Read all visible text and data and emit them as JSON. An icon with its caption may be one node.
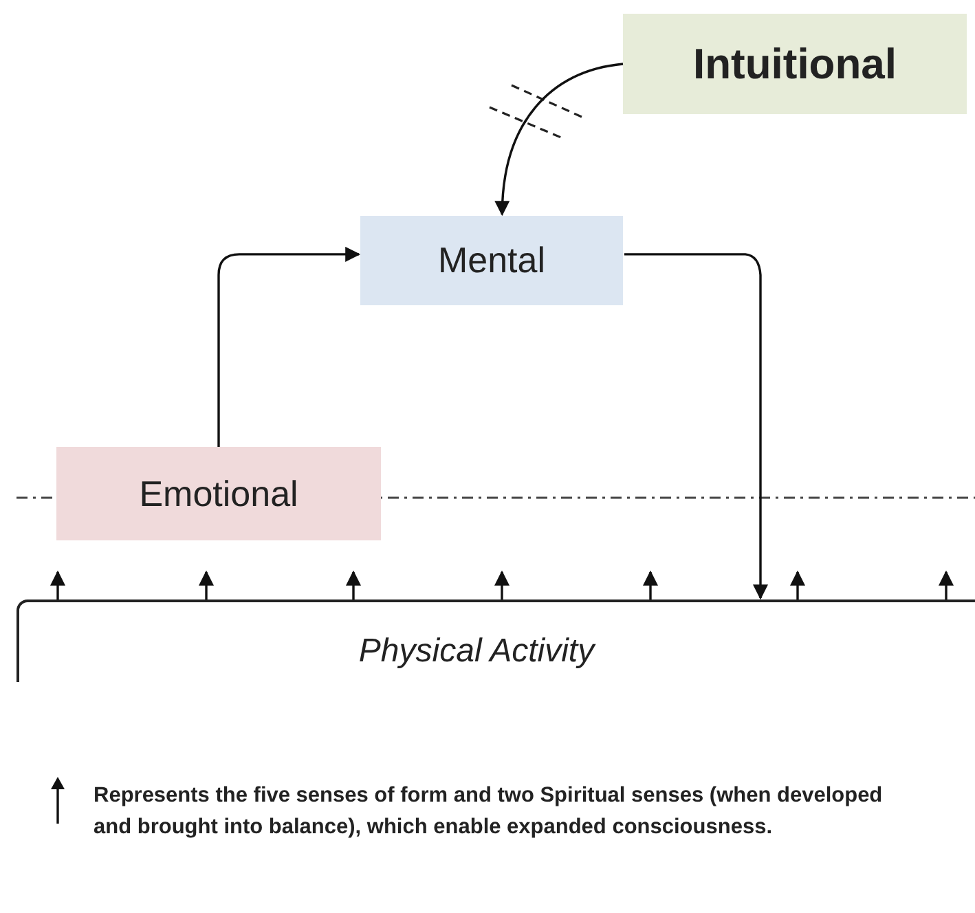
{
  "diagram": {
    "nodes": [
      {
        "text": [
          "Intuitional"
        ]
      },
      {
        "text": [
          "Mental"
        ]
      },
      {
        "text": [
          "Emotional"
        ]
      },
      {
        "text": [
          "Physical Activity"
        ]
      }
    ],
    "edges": [
      {
        "from": 0,
        "to": 1,
        "arrow": "to"
      },
      {
        "from": 2,
        "to": 1,
        "arrow": "to"
      },
      {
        "from": 1,
        "to": 3,
        "arrow": "to"
      },
      {
        "from": 3,
        "to": null,
        "arrow": "to"
      },
      {
        "from": 3,
        "to": null,
        "arrow": "to"
      },
      {
        "from": 3,
        "to": null,
        "arrow": "to"
      },
      {
        "from": 3,
        "to": null,
        "arrow": "to"
      },
      {
        "from": 3,
        "to": null,
        "arrow": "to"
      },
      {
        "from": 3,
        "to": null,
        "arrow": "to"
      },
      {
        "from": 3,
        "to": null,
        "arrow": "to"
      }
    ],
    "legend": [
      {
        "text": "Represents the five senses of form and two Spiritual senses (when developed and brought into balance), which enable expanded consciousness."
      }
    ]
  }
}
